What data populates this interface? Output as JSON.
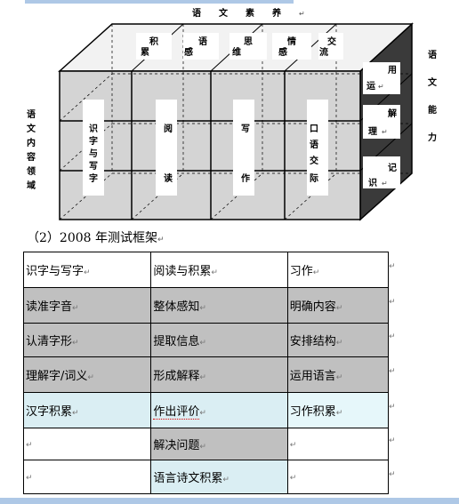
{
  "diagram": {
    "top_title": "语　　文　　素　　养",
    "left_title": [
      "语",
      "文",
      "内",
      "容",
      "领",
      "域"
    ],
    "right_title": [
      "语",
      "文",
      "能",
      "力"
    ],
    "top_labels": [
      [
        "积",
        "累"
      ],
      [
        "语",
        "感"
      ],
      [
        "思",
        "维"
      ],
      [
        "情",
        "感"
      ],
      [
        "交",
        "流"
      ]
    ],
    "columns": [
      [
        "识",
        "字",
        "与",
        "写",
        "字"
      ],
      [
        "阅",
        "读"
      ],
      [
        "写",
        "作"
      ],
      [
        "口",
        "语",
        "交",
        "际"
      ]
    ],
    "side_labels": [
      [
        "用",
        "运"
      ],
      [
        "解",
        "理"
      ],
      [
        "记",
        "识"
      ]
    ],
    "mark_symbol": "↵"
  },
  "caption": "（2）2008 年测试框架",
  "table": {
    "rows": [
      [
        "识字与写字",
        "阅读与积累",
        "习作"
      ],
      [
        "读准字音",
        "整体感知",
        "明确内容"
      ],
      [
        "认清字形",
        "提取信息",
        "安排结构"
      ],
      [
        "理解字/词义",
        "形成解释",
        "运用语言"
      ],
      [
        "汉字积累",
        "作出评价",
        "习作积累"
      ],
      [
        "",
        "解决问题",
        ""
      ],
      [
        "",
        "语言诗文积累",
        ""
      ]
    ],
    "cell_mark": "↵"
  },
  "colors": {
    "gray": "#c0c0c0",
    "cyan": "#daeef3",
    "box_edge": "#000000"
  }
}
